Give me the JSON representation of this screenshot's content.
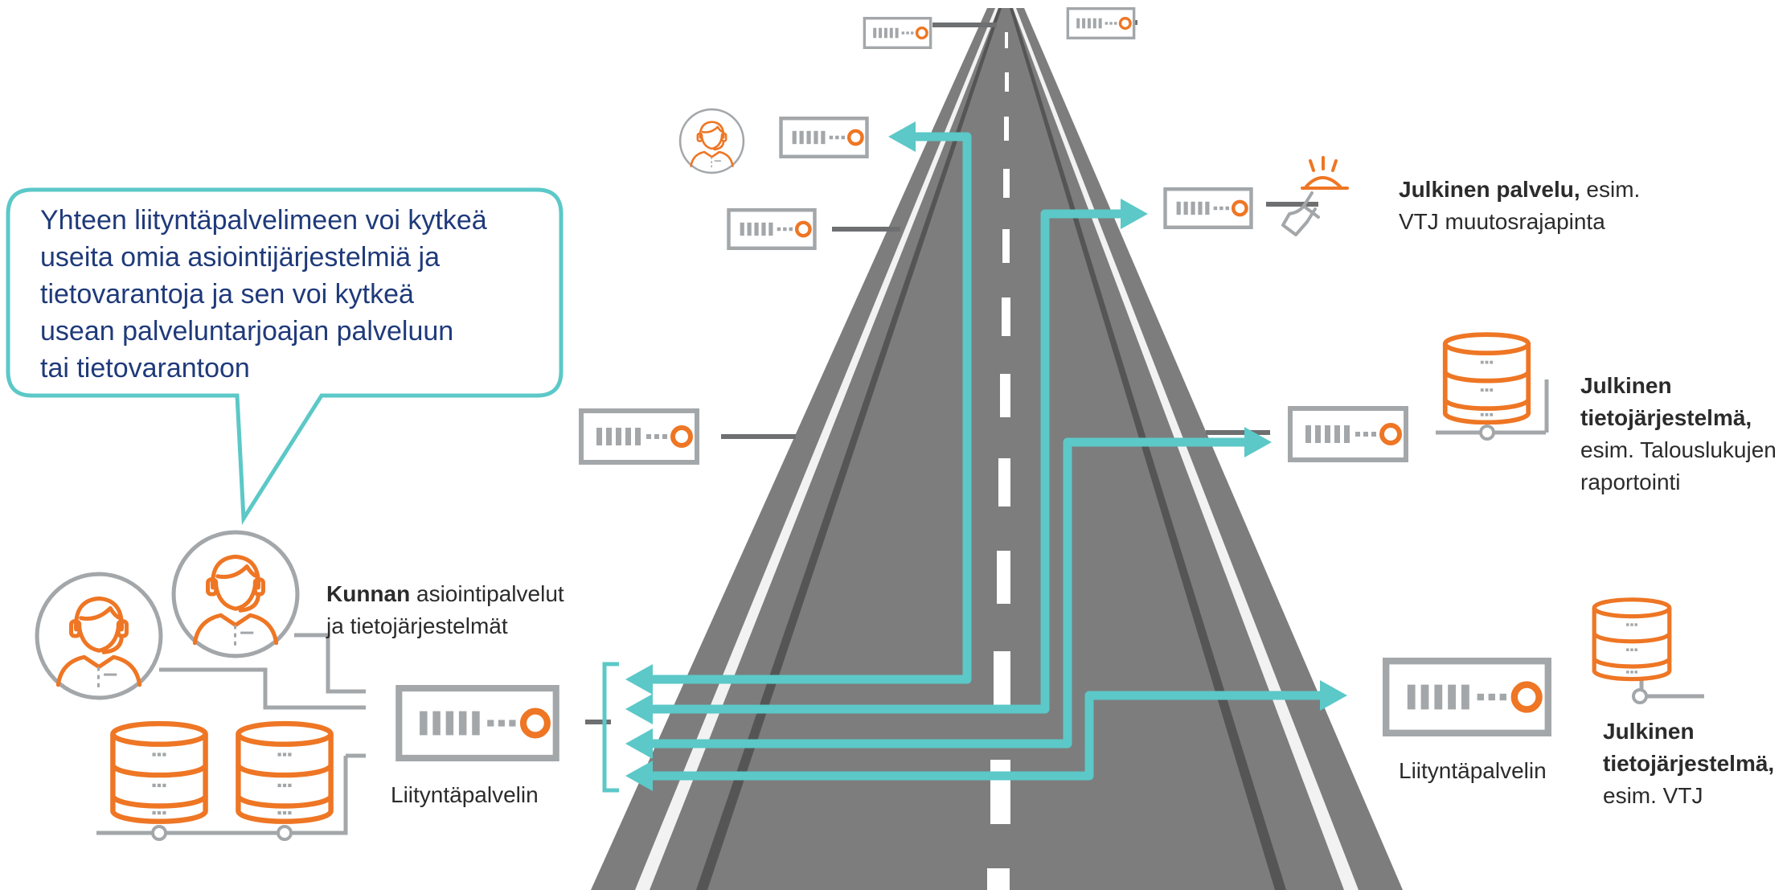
{
  "colors": {
    "accent_orange": "#ee7624",
    "connection_teal": "#5cc8c8",
    "road_gray": "#7d7d7d",
    "server_gray": "#a3a7aa",
    "bubble_text": "#1f3a7a"
  },
  "icons": {
    "person": "headset-person-icon",
    "database": "database-icon",
    "service": "serving-tray-icon",
    "server": "server-icon"
  },
  "bubble": {
    "lines": [
      "Yhteen liityntäpalvelimeen voi kytkeä",
      "useita omia asiointijärjestelmiä ja",
      "tietovarantoja ja sen voi kytkeä",
      "usean palveluntarjoajan palveluun",
      "tai tietovarantoon"
    ]
  },
  "labels": {
    "municipality": {
      "bold": "Kunnan",
      "rest": " asiointipalvelut",
      "line2": "ja tietojärjestelmät"
    },
    "local_server_caption": "Liityntäpalvelin",
    "remote_server_caption": "Liityntäpalvelin",
    "public_service": {
      "bold": "Julkinen palvelu,",
      "rest": " esim.",
      "line2": "VTJ muutosrajapinta"
    },
    "public_system_1": {
      "line1": "Julkinen",
      "line2": "tietojärjestelmä,",
      "line3": "esim. Talouslukujen",
      "line4": "raportointi"
    },
    "public_system_2": {
      "line1": "Julkinen",
      "line2": "tietojärjestelmä,",
      "line3": "esim. VTJ"
    }
  }
}
